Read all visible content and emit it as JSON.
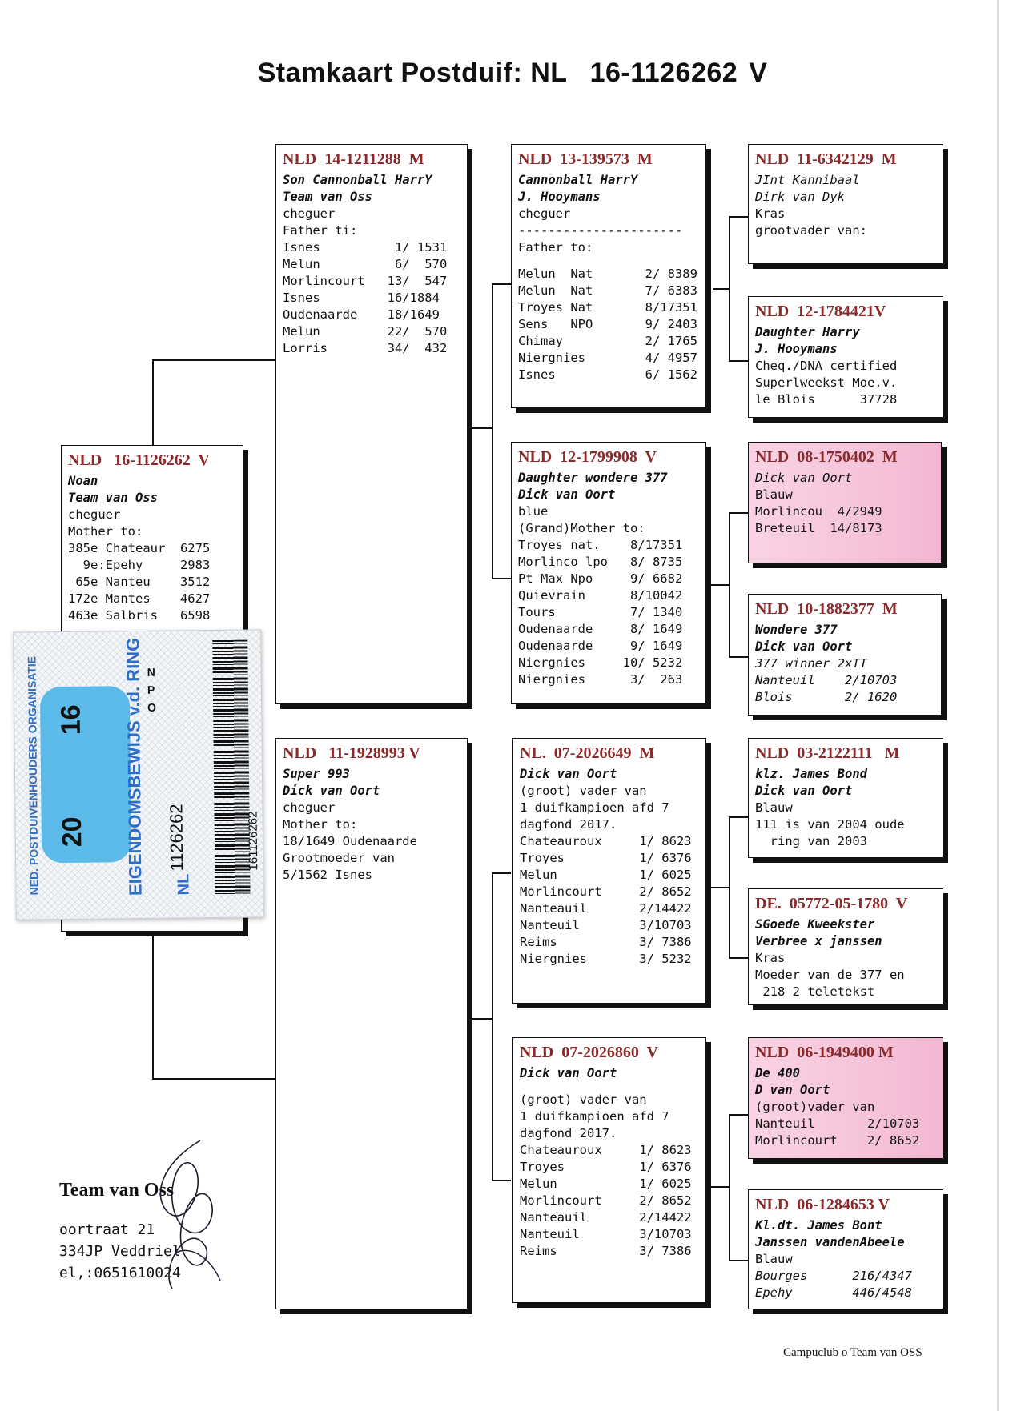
{
  "title": {
    "prefix": "Stamkaart Postduif: NL",
    "ring": "16-1126262",
    "sex": "V"
  },
  "subject": {
    "ring": "NLD   16-1126262  V",
    "lines": [
      {
        "t": "Noan",
        "s": "bi"
      },
      {
        "t": "Team van Oss",
        "s": "bi"
      },
      {
        "t": "cheguer",
        "s": ""
      },
      {
        "t": "Mother to:",
        "s": ""
      },
      {
        "t": "385e Chateaur  6275",
        "s": ""
      },
      {
        "t": "  9e:Epehy     2983",
        "s": ""
      },
      {
        "t": " 65e Nanteu    3512",
        "s": ""
      },
      {
        "t": "172e Mantes    4627",
        "s": ""
      },
      {
        "t": "463e Salbris   6598",
        "s": ""
      }
    ]
  },
  "parents": [
    {
      "ring": "NLD  14-1211288  M",
      "lines": [
        {
          "t": "Son Cannonball HarrY",
          "s": "bi"
        },
        {
          "t": "Team van Oss",
          "s": "bi"
        },
        {
          "t": "cheguer",
          "s": ""
        },
        {
          "t": "Father ti:",
          "s": ""
        },
        {
          "t": "Isnes          1/ 1531",
          "s": ""
        },
        {
          "t": "Melun          6/  570",
          "s": ""
        },
        {
          "t": "Morlincourt   13/  547",
          "s": ""
        },
        {
          "t": "Isnes         16/1884",
          "s": ""
        },
        {
          "t": "Oudenaarde    18/1649",
          "s": ""
        },
        {
          "t": "Melun         22/  570",
          "s": ""
        },
        {
          "t": "Lorris        34/  432",
          "s": ""
        }
      ]
    },
    {
      "ring": "NLD   11-1928993 V",
      "lines": [
        {
          "t": "Super 993",
          "s": "bi"
        },
        {
          "t": "Dick van Oort",
          "s": "bi"
        },
        {
          "t": "cheguer",
          "s": ""
        },
        {
          "t": "Mother to:",
          "s": ""
        },
        {
          "t": "18/1649 Oudenaarde",
          "s": ""
        },
        {
          "t": "Grootmoeder van",
          "s": ""
        },
        {
          "t": "5/1562 Isnes",
          "s": ""
        }
      ]
    }
  ],
  "grandparents": [
    {
      "ring": "NLD  13-139573  M",
      "lines": [
        {
          "t": "Cannonball HarrY",
          "s": "bi"
        },
        {
          "t": "J. Hooymans",
          "s": "bi"
        },
        {
          "t": "cheguer",
          "s": ""
        },
        {
          "t": "----------------------",
          "s": ""
        },
        {
          "t": "Father to:",
          "s": ""
        },
        {
          "t": "",
          "s": "spc"
        },
        {
          "t": "Melun  Nat       2/ 8389",
          "s": ""
        },
        {
          "t": "Melun  Nat       7/ 6383",
          "s": ""
        },
        {
          "t": "Troyes Nat       8/17351",
          "s": ""
        },
        {
          "t": "Sens   NPO       9/ 2403",
          "s": ""
        },
        {
          "t": "Chimay           2/ 1765",
          "s": ""
        },
        {
          "t": "Niergnies        4/ 4957",
          "s": ""
        },
        {
          "t": "Isnes            6/ 1562",
          "s": ""
        }
      ]
    },
    {
      "ring": "NLD  12-1799908  V",
      "lines": [
        {
          "t": "Daughter wondere 377",
          "s": "bi"
        },
        {
          "t": "Dick van Oort",
          "s": "bi"
        },
        {
          "t": "blue",
          "s": ""
        },
        {
          "t": "(Grand)Mother to:",
          "s": ""
        },
        {
          "t": "Troyes nat.    8/17351",
          "s": ""
        },
        {
          "t": "Morlinco lpo   8/ 8735",
          "s": ""
        },
        {
          "t": "Pt Max Npo     9/ 6682",
          "s": ""
        },
        {
          "t": "Quievrain      8/10042",
          "s": ""
        },
        {
          "t": "Tours          7/ 1340",
          "s": ""
        },
        {
          "t": "Oudenaarde     8/ 1649",
          "s": ""
        },
        {
          "t": "Oudenaarde     9/ 1649",
          "s": ""
        },
        {
          "t": "Niergnies     10/ 5232",
          "s": ""
        },
        {
          "t": "Niergnies      3/  263",
          "s": ""
        }
      ]
    },
    {
      "ring": "NL.  07-2026649  M",
      "lines": [
        {
          "t": "Dick van Oort",
          "s": "bi"
        },
        {
          "t": "(groot) vader van",
          "s": ""
        },
        {
          "t": "1 duifkampioen afd 7",
          "s": ""
        },
        {
          "t": "dagfond 2017.",
          "s": ""
        },
        {
          "t": "Chateauroux     1/ 8623",
          "s": ""
        },
        {
          "t": "Troyes          1/ 6376",
          "s": ""
        },
        {
          "t": "Melun           1/ 6025",
          "s": ""
        },
        {
          "t": "Morlincourt     2/ 8652",
          "s": ""
        },
        {
          "t": "Nanteauil       2/14422",
          "s": ""
        },
        {
          "t": "Nanteuil        3/10703",
          "s": ""
        },
        {
          "t": "Reims           3/ 7386",
          "s": ""
        },
        {
          "t": "Niergnies       3/ 5232",
          "s": ""
        }
      ]
    },
    {
      "ring": "NLD  07-2026860  V",
      "lines": [
        {
          "t": "Dick van Oort",
          "s": "bi"
        },
        {
          "t": "",
          "s": "spc"
        },
        {
          "t": "(groot) vader van",
          "s": ""
        },
        {
          "t": "1 duifkampioen afd 7",
          "s": ""
        },
        {
          "t": "dagfond 2017.",
          "s": ""
        },
        {
          "t": "Chateauroux     1/ 8623",
          "s": ""
        },
        {
          "t": "Troyes          1/ 6376",
          "s": ""
        },
        {
          "t": "Melun           1/ 6025",
          "s": ""
        },
        {
          "t": "Morlincourt     2/ 8652",
          "s": ""
        },
        {
          "t": "Nanteauil       2/14422",
          "s": ""
        },
        {
          "t": "Nanteuil        3/10703",
          "s": ""
        },
        {
          "t": "Reims           3/ 7386",
          "s": ""
        }
      ]
    }
  ],
  "great_grandparents": [
    {
      "ring": "NLD  11-6342129  M",
      "lines": [
        {
          "t": "JInt Kannibaal",
          "s": "it"
        },
        {
          "t": "Dirk van Dyk",
          "s": "it"
        },
        {
          "t": "Kras",
          "s": ""
        },
        {
          "t": "grootvader van:",
          "s": ""
        }
      ]
    },
    {
      "ring": "NLD  12-1784421V",
      "lines": [
        {
          "t": "Daughter Harry",
          "s": "bi"
        },
        {
          "t": "J. Hooymans",
          "s": "bi"
        },
        {
          "t": "Cheq./DNA certified",
          "s": ""
        },
        {
          "t": "Superlweekst Moe.v.",
          "s": ""
        },
        {
          "t": "le Blois      37728",
          "s": ""
        }
      ]
    },
    {
      "ring": "NLD  08-1750402  M",
      "pink": true,
      "lines": [
        {
          "t": "Dick van Oort",
          "s": "it"
        },
        {
          "t": "Blauw",
          "s": ""
        },
        {
          "t": "Morlincou  4/2949",
          "s": ""
        },
        {
          "t": "Breteuil  14/8173",
          "s": ""
        }
      ]
    },
    {
      "ring": "NLD  10-1882377  M",
      "lines": [
        {
          "t": "Wondere 377",
          "s": "bi"
        },
        {
          "t": "Dick van Oort",
          "s": "bi"
        },
        {
          "t": "377 winner 2xTT",
          "s": "it"
        },
        {
          "t": "Nanteuil    2/10703",
          "s": "it"
        },
        {
          "t": "Blois       2/ 1620",
          "s": "it"
        }
      ]
    },
    {
      "ring": "NLD  03-2122111   M",
      "lines": [
        {
          "t": "klz. James Bond",
          "s": "bi"
        },
        {
          "t": "Dick van Oort",
          "s": "bi"
        },
        {
          "t": "Blauw",
          "s": ""
        },
        {
          "t": "111 is van 2004 oude",
          "s": ""
        },
        {
          "t": "  ring van 2003",
          "s": ""
        }
      ]
    },
    {
      "ring": "DE.  05772-05-1780  V",
      "lines": [
        {
          "t": "SGoede Kweekster",
          "s": "bi"
        },
        {
          "t": "Verbree x janssen",
          "s": "bi"
        },
        {
          "t": "Kras",
          "s": ""
        },
        {
          "t": "Moeder van de 377 en",
          "s": ""
        },
        {
          "t": " 218 2 teletekst",
          "s": ""
        }
      ]
    },
    {
      "ring": "NLD  06-1949400 M",
      "pink": true,
      "lines": [
        {
          "t": "De 400",
          "s": "bi"
        },
        {
          "t": "D van Oort",
          "s": "bi"
        },
        {
          "t": "(groot)vader van",
          "s": ""
        },
        {
          "t": "Nanteuil       2/10703",
          "s": ""
        },
        {
          "t": "Morlincourt    2/ 8652",
          "s": ""
        }
      ]
    },
    {
      "ring": "NLD  06-1284653 V",
      "lines": [
        {
          "t": "Kl.dt. James Bont",
          "s": "bi"
        },
        {
          "t": "Janssen vandenAbeele",
          "s": "bi"
        },
        {
          "t": "Blauw",
          "s": ""
        },
        {
          "t": "Bourges      216/4347",
          "s": "it"
        },
        {
          "t": "Epehy        446/4548",
          "s": "it"
        }
      ]
    }
  ],
  "ring_card": {
    "org_text": "NED. POSTDUIVENHOUDERS ORGANISATIE",
    "ownership_text": "EIGENDOMSBEWIJS v.d. RING",
    "year_a": "20",
    "year_b": "16",
    "serial": "1126262",
    "country": "NL",
    "code": "161126262",
    "letters": [
      "N",
      "P",
      "O"
    ]
  },
  "owner": {
    "name": "Team van Oss",
    "lines": [
      "oortraat 21",
      "334JP Veddriel",
      "el,:0651610024"
    ]
  },
  "footer": "Campuclub o Team van OSS",
  "colors": {
    "ring": "#8a2a2a",
    "pink": "#f6c4da",
    "card_blue": "#4fb5e6"
  }
}
